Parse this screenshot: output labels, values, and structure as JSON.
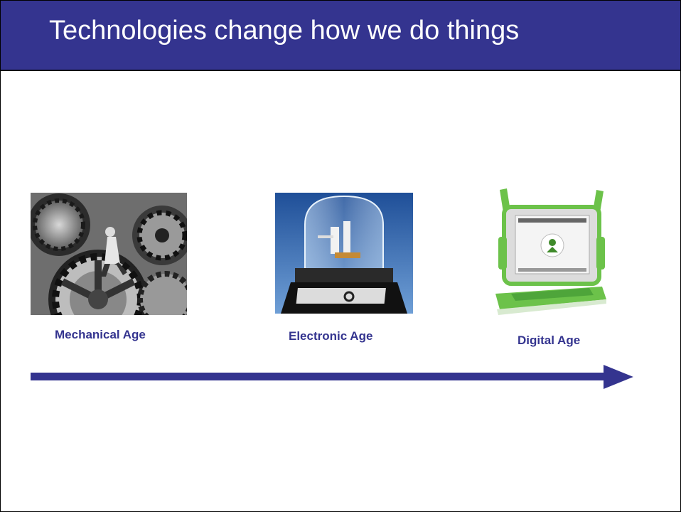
{
  "slide": {
    "title": "Technologies change how we do things",
    "colors": {
      "accent": "#34348f",
      "background": "#ffffff"
    }
  },
  "ages": [
    {
      "label": "Mechanical Age",
      "image": "gears-photo"
    },
    {
      "label": "Electronic Age",
      "image": "transistor-bell-jar-photo"
    },
    {
      "label": "Digital Age",
      "image": "green-laptop-photo"
    }
  ],
  "timeline": {
    "icon": "right-arrow-icon"
  }
}
